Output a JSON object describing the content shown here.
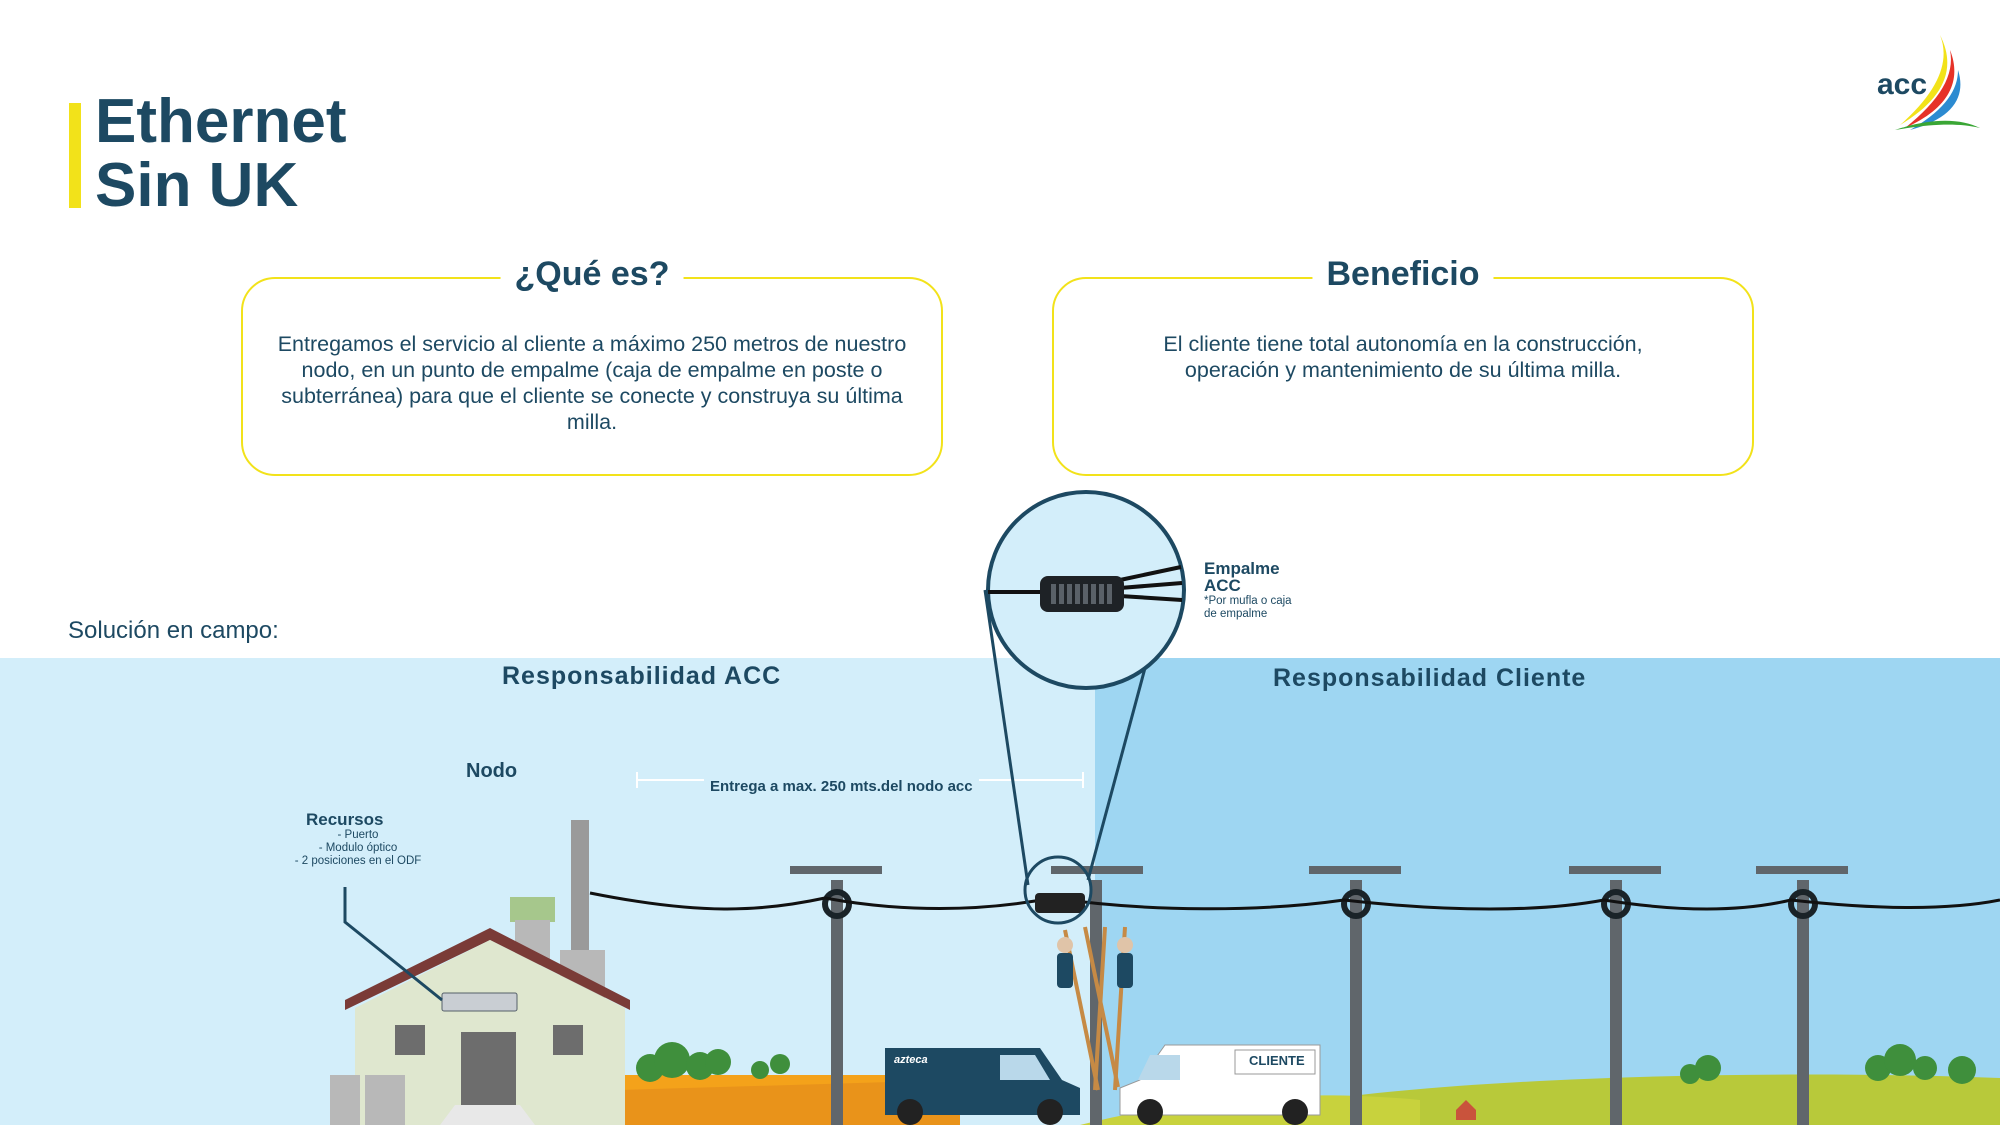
{
  "title": "Ethernet\nSin UK",
  "logo": {
    "text": "acc",
    "colors": [
      "#f2e21a",
      "#e63228",
      "#2c8bd1",
      "#3aa635"
    ]
  },
  "what_is": {
    "heading": "¿Qué es?",
    "text": "Entregamos el servicio al cliente a máximo 250 metros de nuestro nodo, en un punto de empalme (caja de empalme en poste o subterránea) para que el cliente se conecte y construya su última milla."
  },
  "benefit": {
    "heading": "Beneficio",
    "text": "El cliente tiene total autonomía  en la construcción, operación y mantenimiento de su última milla."
  },
  "field": {
    "label": "Solución en campo:",
    "zone_acc": "Responsabilidad ACC",
    "zone_client": "Responsabilidad Cliente",
    "node_label": "Nodo",
    "resources_title": "Recursos",
    "resources_items": [
      "-    Puerto",
      "-    Modulo óptico",
      "-    2 posiciones en el ODF"
    ],
    "delivery_label": "Entrega a max. 250 mts.del nodo acc",
    "splice_title": "Empalme\nACC",
    "splice_note": "*Por mufla o caja\nde empalme",
    "van_acc_text": "azteca",
    "van_client_text": "CLIENTE"
  },
  "colors": {
    "accent_yellow": "#f2e21a",
    "navy": "#1d4962",
    "sky_light": "#d3eefa",
    "sky_dark": "#9ed6f2"
  }
}
